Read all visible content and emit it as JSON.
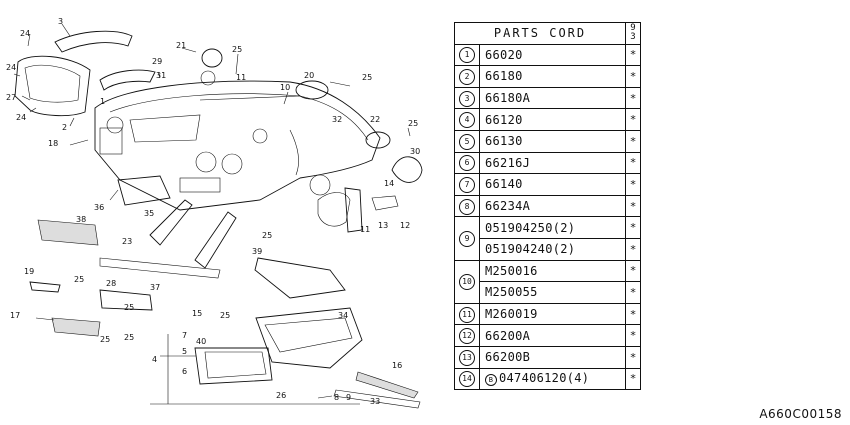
{
  "diagram": {
    "callouts": [
      "3",
      "24",
      "24",
      "27",
      "24",
      "2",
      "21",
      "25",
      "29",
      "31",
      "11",
      "20",
      "25",
      "10",
      "1",
      "32",
      "22",
      "25",
      "30",
      "18",
      "14",
      "36",
      "35",
      "38",
      "13",
      "12",
      "23",
      "25",
      "11",
      "39",
      "19",
      "25",
      "37",
      "28",
      "25",
      "17",
      "15",
      "25",
      "34",
      "7",
      "40",
      "5",
      "4",
      "6",
      "25",
      "25",
      "16",
      "26",
      "8",
      "9",
      "33"
    ]
  },
  "table": {
    "header_title": "PARTS CORD",
    "header_year_top": "9",
    "header_year_bottom": "3",
    "rows": [
      {
        "idx": "1",
        "codes": [
          "66020"
        ],
        "marks": [
          "*"
        ]
      },
      {
        "idx": "2",
        "codes": [
          "66180"
        ],
        "marks": [
          "*"
        ]
      },
      {
        "idx": "3",
        "codes": [
          "66180A"
        ],
        "marks": [
          "*"
        ]
      },
      {
        "idx": "4",
        "codes": [
          "66120"
        ],
        "marks": [
          "*"
        ]
      },
      {
        "idx": "5",
        "codes": [
          "66130"
        ],
        "marks": [
          "*"
        ]
      },
      {
        "idx": "6",
        "codes": [
          "66216J"
        ],
        "marks": [
          "*"
        ]
      },
      {
        "idx": "7",
        "codes": [
          "66140"
        ],
        "marks": [
          "*"
        ]
      },
      {
        "idx": "8",
        "codes": [
          "66234A"
        ],
        "marks": [
          "*"
        ]
      },
      {
        "idx": "9",
        "codes": [
          "051904250(2)",
          "051904240(2)"
        ],
        "marks": [
          "*",
          "*"
        ]
      },
      {
        "idx": "10",
        "codes": [
          "M250016",
          "M250055"
        ],
        "marks": [
          "*",
          "*"
        ]
      },
      {
        "idx": "11",
        "codes": [
          "M260019"
        ],
        "marks": [
          "*"
        ]
      },
      {
        "idx": "12",
        "codes": [
          "66200A"
        ],
        "marks": [
          "*"
        ]
      },
      {
        "idx": "13",
        "codes": [
          "66200B"
        ],
        "marks": [
          "*"
        ]
      },
      {
        "idx": "14",
        "prefix": "B",
        "codes": [
          "047406120(4)"
        ],
        "marks": [
          "*"
        ]
      }
    ]
  },
  "footer_code": "A660C00158"
}
